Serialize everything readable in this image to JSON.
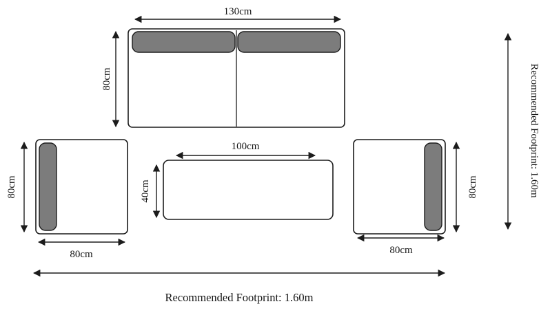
{
  "diagram": {
    "sofa": {
      "width_label": "130cm",
      "depth_label": "80cm"
    },
    "table": {
      "width_label": "100cm",
      "depth_label": "40cm"
    },
    "left_chair": {
      "width_label": "80cm",
      "depth_label": "80cm"
    },
    "right_chair": {
      "width_label": "80cm",
      "depth_label": "80cm"
    },
    "footprint": {
      "bottom_label": "Recommended Footprint: 1.60m",
      "right_label": "Recommended Footprint: 1.60m"
    }
  },
  "colors": {
    "line": "#1c1c1c",
    "cushion_fill": "#7c7c7c",
    "background": "#ffffff"
  }
}
